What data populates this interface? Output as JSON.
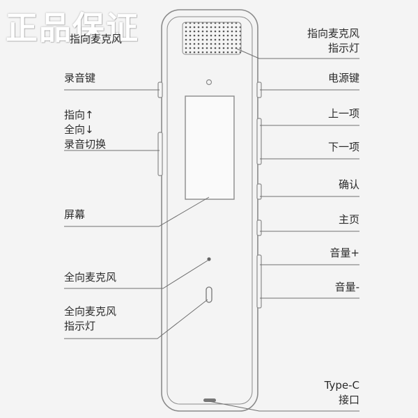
{
  "watermark": "正品保证",
  "labels": {
    "top_left_partial": "指向麦克风",
    "directional_mic_indicator": [
      "指向麦克风",
      "指示灯"
    ],
    "record_key": "录音键",
    "power_key": "电源键",
    "mode_switch": [
      "指向↑",
      "全向↓",
      "录音切换"
    ],
    "prev_item": "上一项",
    "next_item": "下一项",
    "confirm": "确认",
    "home": "主页",
    "screen": "屏幕",
    "volume_up": "音量+",
    "omni_mic": "全向麦克风",
    "volume_down": "音量-",
    "omni_mic_indicator": [
      "全向麦克风",
      "指示灯"
    ],
    "typec_port": [
      "Type-C",
      "接口"
    ]
  },
  "colors": {
    "background": "#f4f4f4",
    "line": "#6f6f6f",
    "device_outline": "#8a8a8a",
    "text": "#2a2a2a"
  }
}
